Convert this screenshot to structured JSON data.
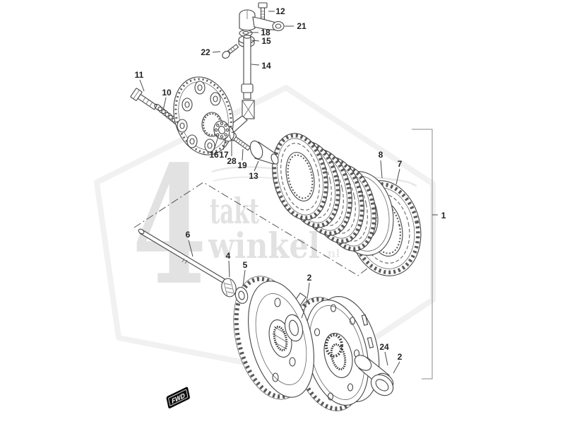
{
  "app": {
    "type": "exploded-parts-diagram",
    "subject": "clutch assembly",
    "background_color": "#ffffff",
    "line_color": "#454545",
    "label_color": "#222222",
    "bracket_color": "#8a8a8a"
  },
  "watermark": {
    "numeral": "4",
    "word1": "takt",
    "word2": "winkel",
    "suffix": ".nl",
    "text_color": "#e2e2e2",
    "badge_color": "#f0f0f0"
  },
  "direction_marker": {
    "label": "FWD",
    "bg": "#101010",
    "fg": "#ffffff"
  },
  "callouts": [
    {
      "label": "12"
    },
    {
      "label": "21"
    },
    {
      "label": "18"
    },
    {
      "label": "15"
    },
    {
      "label": "22"
    },
    {
      "label": "14"
    },
    {
      "label": "11"
    },
    {
      "label": "10"
    },
    {
      "label": "16"
    },
    {
      "label": "17"
    },
    {
      "label": "28"
    },
    {
      "label": "19"
    },
    {
      "label": "13"
    },
    {
      "label": "8"
    },
    {
      "label": "7"
    },
    {
      "label": "1"
    },
    {
      "label": "6"
    },
    {
      "label": "4"
    },
    {
      "label": "5"
    },
    {
      "label": "2"
    },
    {
      "label": "24"
    },
    {
      "label": "2"
    }
  ]
}
